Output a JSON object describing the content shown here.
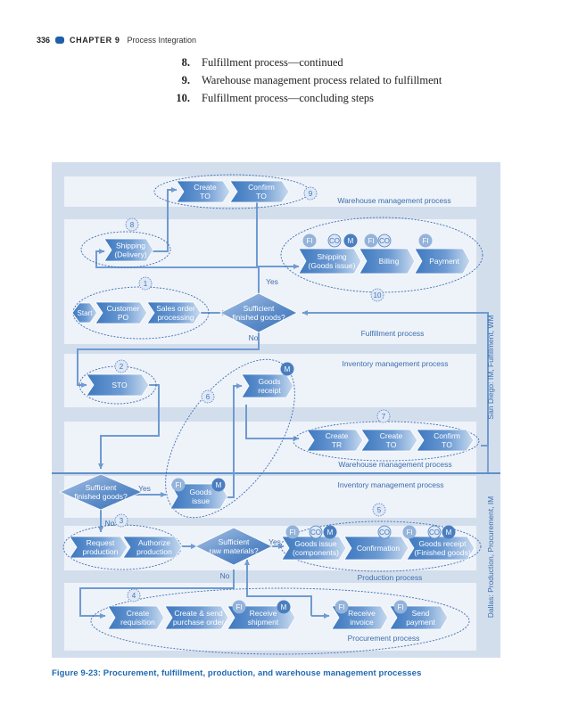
{
  "running_head": {
    "page_number": "336",
    "chapter": "CHAPTER 9",
    "title": "Process Integration"
  },
  "steps_list": [
    {
      "num": "8.",
      "text": "Fulfillment process—continued"
    },
    {
      "num": "9.",
      "text": "Warehouse management process related to fulfillment"
    },
    {
      "num": "10.",
      "text": "Fulfillment process—concluding steps"
    }
  ],
  "figure": {
    "caption": "Figure 9-23: Procurement, fulfillment, production, and warehouse management processes",
    "colors": {
      "panel": "#d3deed",
      "lane": "#eef2f9",
      "step_dark": "#3f7bc0",
      "step_light": "#c5d8ee",
      "connector": "#6f9bd0",
      "label_text": "#3a6fae",
      "step_text": "#ffffff",
      "badge_fill": "#8fb0da",
      "badge_dark": "#4479bd"
    },
    "side_labels": {
      "san_diego": "San Diego: IM, Fulfillment, WM",
      "dallas": "Dallas: Production, Procurement, IM"
    },
    "lane_labels": {
      "wm_top": "Warehouse management process",
      "fulfillment": "Fulfillment process",
      "im_san_diego": "Inventory management process",
      "wm_san_diego": "Warehouse management process",
      "im_dallas": "Inventory management process",
      "production": "Production process",
      "procurement": "Procurement process"
    },
    "steps": {
      "create_to_top": [
        "Create",
        "TO"
      ],
      "confirm_to_top": [
        "Confirm",
        "TO"
      ],
      "shipping_delivery": [
        "Shipping",
        "(Delivery)"
      ],
      "shipping_goods_issue": [
        "Shipping",
        "(Goods issue)"
      ],
      "billing": [
        "Billing"
      ],
      "payment": [
        "Payment"
      ],
      "start": [
        "Start"
      ],
      "customer_po": [
        "Customer",
        "PO"
      ],
      "sales_order": [
        "Sales order",
        "processing"
      ],
      "sto": [
        "STO"
      ],
      "goods_receipt_sd": [
        "Goods",
        "receipt"
      ],
      "create_tr": [
        "Create",
        "TR"
      ],
      "create_to_sd": [
        "Create",
        "TO"
      ],
      "confirm_to_sd": [
        "Confirm",
        "TO"
      ],
      "goods_issue_dallas": [
        "Goods",
        "issue"
      ],
      "request_production": [
        "Request",
        "production"
      ],
      "authorize_production": [
        "Authorize",
        "production"
      ],
      "goods_issue_components": [
        "Goods issue",
        "(components)"
      ],
      "confirmation": [
        "Confirmation"
      ],
      "goods_receipt_finished": [
        "Goods receipt",
        "(Finished goods)"
      ],
      "create_requisition": [
        "Create",
        "requisition"
      ],
      "create_send_po": [
        "Create & send",
        "purchase order"
      ],
      "receive_shipment": [
        "Receive",
        "shipment"
      ],
      "receive_invoice": [
        "Receive",
        "invoice"
      ],
      "send_payment": [
        "Send",
        "payment"
      ]
    },
    "decisions": {
      "finished_goods_sd": [
        "Sufficient",
        "finished goods?"
      ],
      "finished_goods_dallas": [
        "Sufficient",
        "finished goods?"
      ],
      "raw_materials": [
        "Sufficient",
        "raw materials?"
      ]
    },
    "branch_labels": {
      "yes": "Yes",
      "no": "No"
    },
    "badges": {
      "fi": "FI",
      "co": "CO",
      "m": "M"
    },
    "step_numbers": [
      "1",
      "2",
      "3",
      "4",
      "5",
      "6",
      "7",
      "8",
      "9",
      "10"
    ]
  }
}
